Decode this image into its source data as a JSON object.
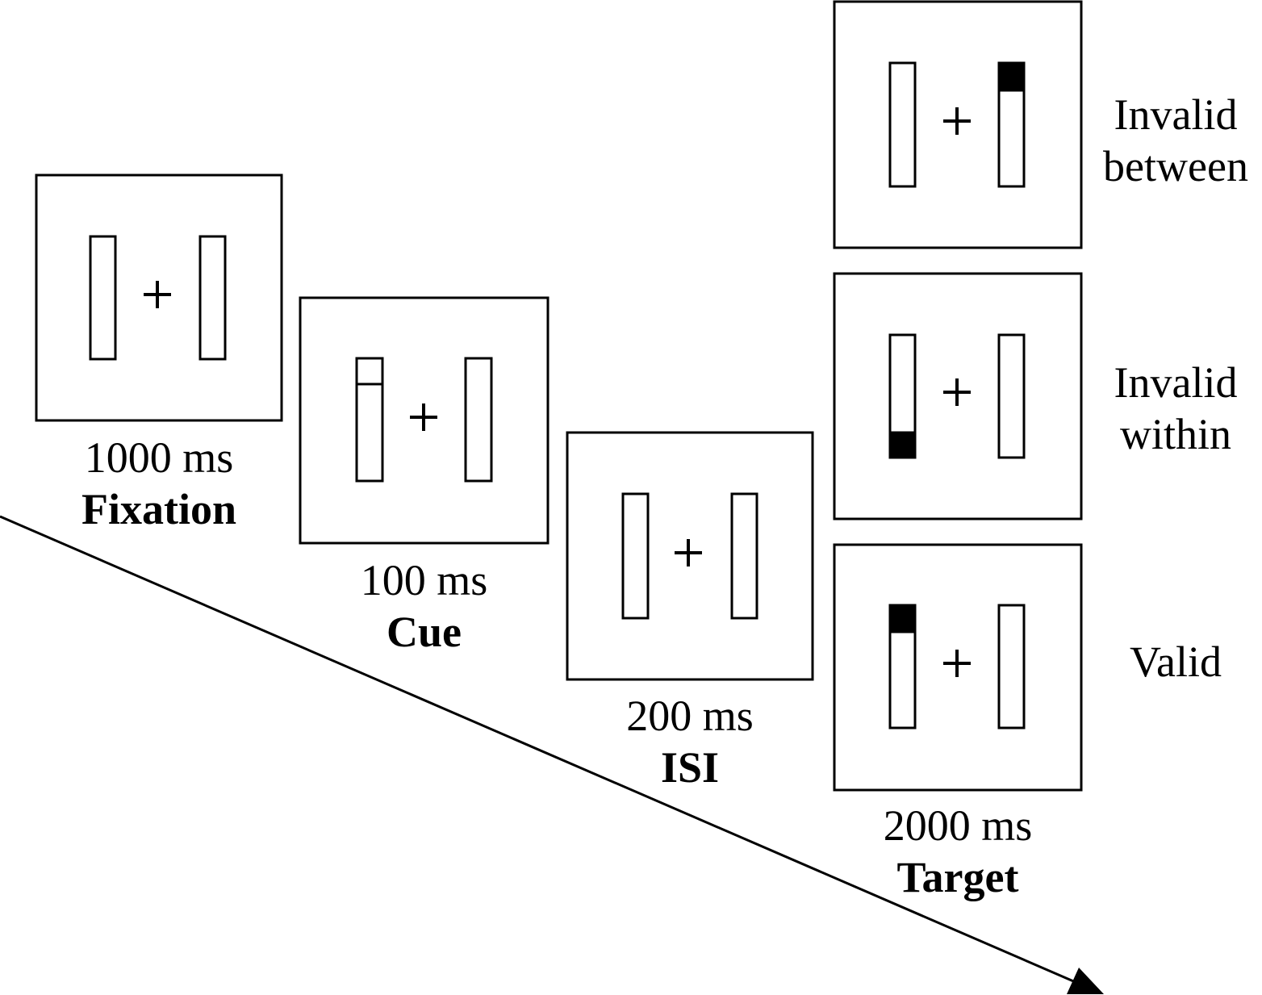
{
  "figure": {
    "title": "Trial sequence",
    "colors": {
      "stroke": "#000000",
      "background": "#ffffff",
      "fill": "#000000"
    }
  },
  "phases": [
    {
      "id": "fixation",
      "duration": "1000 ms",
      "name": "Fixation",
      "cue": "none"
    },
    {
      "id": "cue",
      "duration": "100 ms",
      "name": "Cue",
      "cue": "left-top-outline"
    },
    {
      "id": "isi",
      "duration": "200 ms",
      "name": "ISI",
      "cue": "none"
    },
    {
      "id": "target",
      "duration": "2000 ms",
      "name": "Target"
    }
  ],
  "target_conditions": [
    {
      "id": "invalid-between",
      "label_line1": "Invalid",
      "label_line2": "between",
      "target_bar": "right",
      "target_end": "top"
    },
    {
      "id": "invalid-within",
      "label_line1": "Invalid",
      "label_line2": "within",
      "target_bar": "left",
      "target_end": "bottom"
    },
    {
      "id": "valid",
      "label_line1": "Valid",
      "label_line2": "",
      "target_bar": "left",
      "target_end": "top"
    }
  ],
  "time_axis": {
    "direction": "down-right",
    "label": ""
  }
}
